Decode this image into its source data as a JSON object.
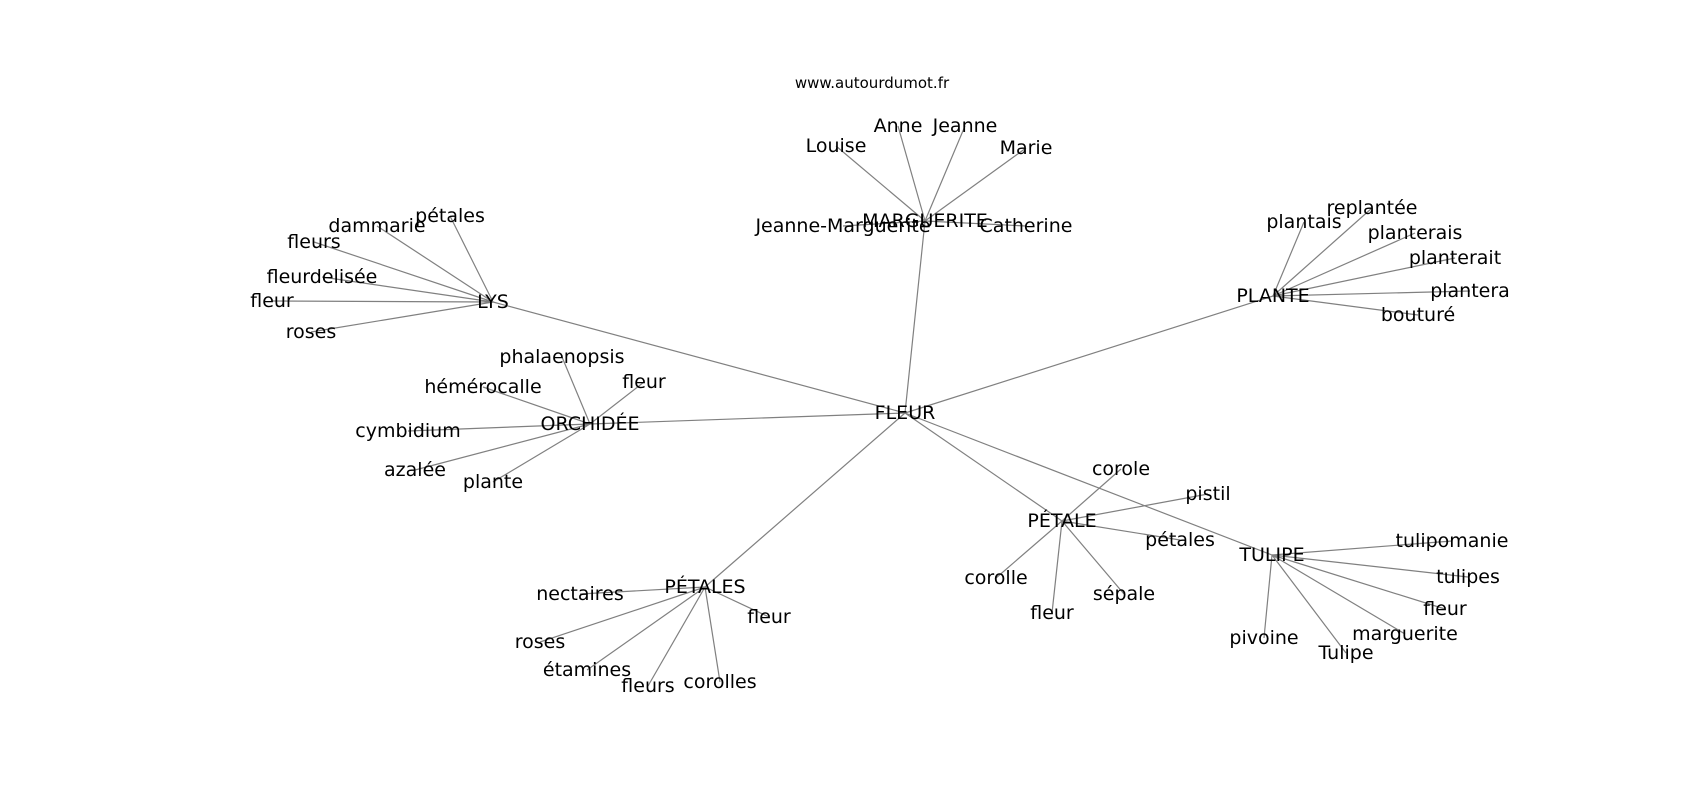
{
  "site": "www.autourdumot.fr",
  "colors": {
    "edge": "#808080",
    "text": "#000000",
    "background": "#ffffff"
  },
  "root": "FLEUR",
  "hubs": [
    {
      "id": "marguerite",
      "label": "MARGUERITE",
      "leaves": [
        "Louise",
        "Anne",
        "Jeanne",
        "Marie",
        "Jeanne-Marguerite",
        "Catherine"
      ]
    },
    {
      "id": "lys",
      "label": "LYS",
      "leaves": [
        "pétales",
        "dammarie",
        "fleurs",
        "fleurdelisée",
        "fleur",
        "roses"
      ]
    },
    {
      "id": "plante",
      "label": "PLANTE",
      "leaves": [
        "replantée",
        "plantais",
        "planterais",
        "planterait",
        "plantera",
        "bouturé"
      ]
    },
    {
      "id": "orchidee",
      "label": "ORCHIDÉE",
      "leaves": [
        "phalaenopsis",
        "hémérocalle",
        "fleur",
        "cymbidium",
        "azalée",
        "plante"
      ]
    },
    {
      "id": "petale",
      "label": "PÉTALE",
      "leaves": [
        "corole",
        "pistil",
        "pétales",
        "corolle",
        "sépale",
        "fleur"
      ]
    },
    {
      "id": "tulipe",
      "label": "TULIPE",
      "leaves": [
        "tulipomanie",
        "tulipes",
        "fleur",
        "marguerite",
        "Tulipe",
        "pivoine"
      ]
    },
    {
      "id": "petales",
      "label": "PÉTALES",
      "leaves": [
        "nectaires",
        "fleur",
        "roses",
        "étamines",
        "fleurs",
        "corolles"
      ]
    }
  ]
}
